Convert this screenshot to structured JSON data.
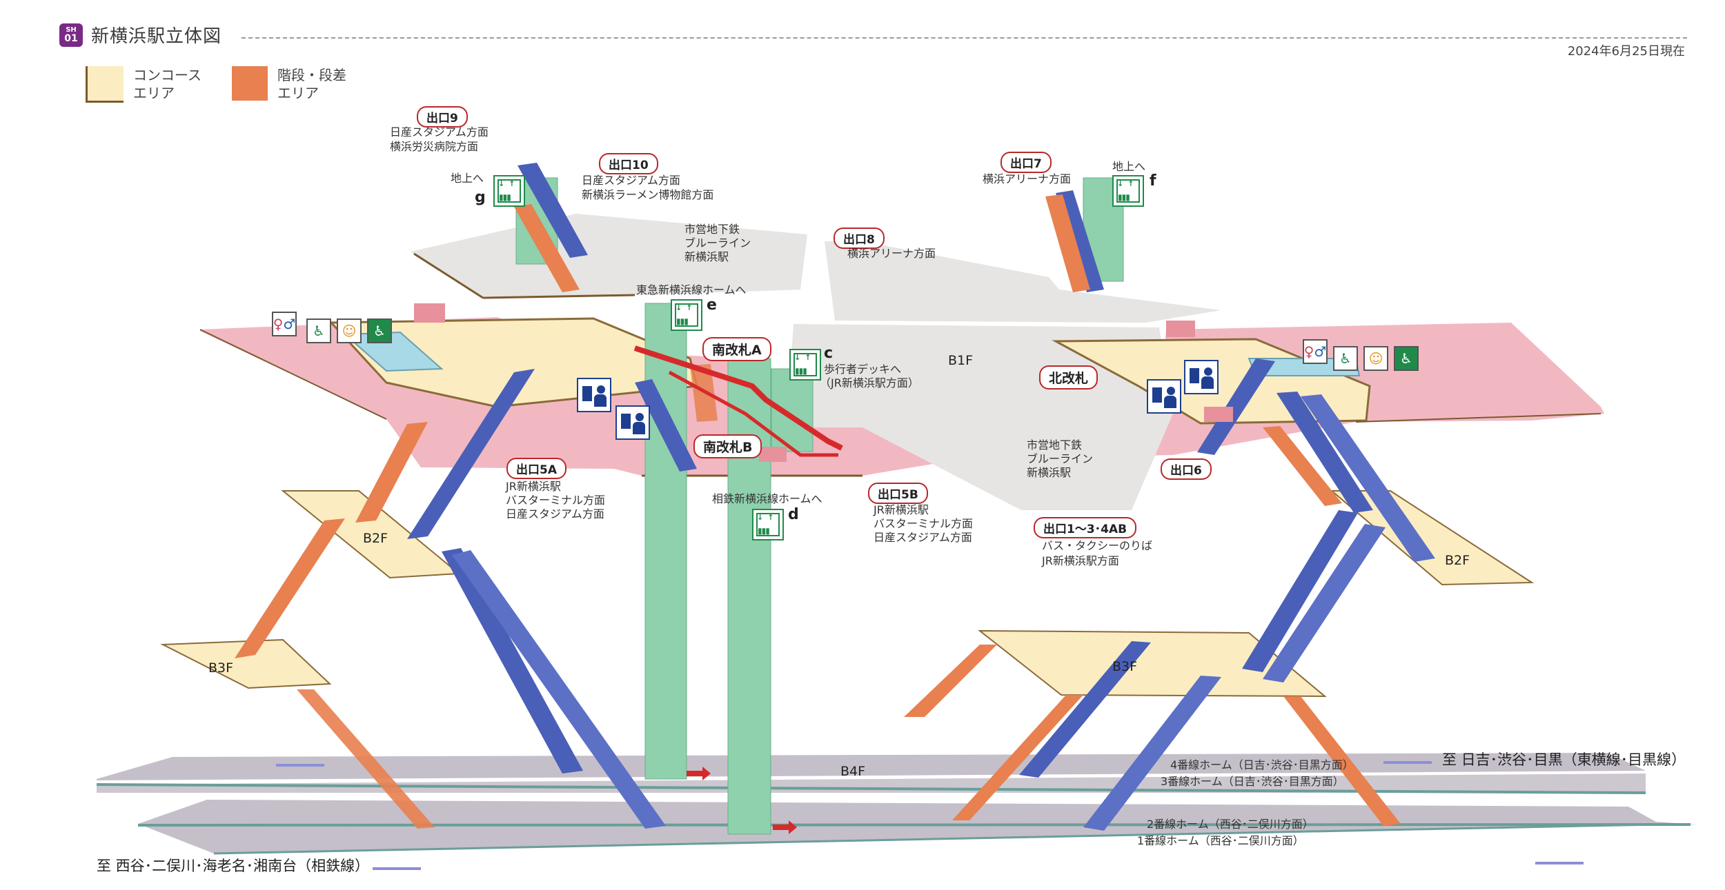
{
  "header": {
    "line_badge_top": "SH",
    "line_badge_num": "01",
    "title": "新横浜駅立体図",
    "date": "2024年6月25日現在"
  },
  "legend": [
    {
      "label": "コンコース\nエリア",
      "color": "#fbedc1"
    },
    {
      "label": "階段・段差\nエリア",
      "color": "#e8804f"
    }
  ],
  "colors": {
    "concourse": "#fbedc1",
    "concourse_edge": "#7a5a2e",
    "b1_floor": "#f2b8c2",
    "gray_floor": "#e6e5e3",
    "stairs": "#e8804f",
    "escalator": "#4a5fb8",
    "elevator_shaft": "#8fd0ad",
    "platform": "#c9c4cc",
    "exit_border": "#b8282a",
    "route": "#d62a2a"
  },
  "exits": {
    "exit9": {
      "name": "出口9",
      "desc": [
        "日産スタジアム方面",
        "横浜労災病院方面"
      ]
    },
    "exit10": {
      "name": "出口10",
      "desc": [
        "日産スタジアム方面",
        "新横浜ラーメン博物館方面"
      ]
    },
    "exit7": {
      "name": "出口7",
      "desc": [
        "横浜アリーナ方面"
      ]
    },
    "exit8": {
      "name": "出口8",
      "desc": [
        "横浜アリーナ方面"
      ]
    },
    "exit5a": {
      "name": "出口5A",
      "desc": [
        "JR新横浜駅",
        "バスターミナル方面",
        "日産スタジアム方面"
      ]
    },
    "exit5b": {
      "name": "出口5B",
      "desc": [
        "JR新横浜駅",
        "バスターミナル方面",
        "日産スタジアム方面"
      ]
    },
    "exit6": {
      "name": "出口6",
      "desc": []
    },
    "exit1": {
      "name": "出口1～3･4AB",
      "desc": [
        "バス・タクシーのりば",
        "JR新横浜駅方面"
      ]
    }
  },
  "gates": {
    "south_a": "南改札A",
    "south_b": "南改札B",
    "north": "北改札"
  },
  "labels": {
    "subway_top": [
      "市営地下鉄",
      "ブルーライン",
      "新横浜駅"
    ],
    "subway_mid": [
      "市営地下鉄",
      "ブルーライン",
      "新横浜駅"
    ],
    "to_ground_left": "地上へ",
    "to_ground_right": "地上へ",
    "tokyu_platform": "東急新横浜線ホームへ",
    "deck": [
      "歩行者デッキへ",
      "（JR新横浜駅方面）"
    ],
    "sotetsu_platform": "相鉄新横浜線ホームへ"
  },
  "elevators": {
    "g": "g",
    "f": "f",
    "e": "e",
    "c": "c",
    "d": "d"
  },
  "floors": {
    "b1f": "B1F",
    "b2f_left": "B2F",
    "b2f_right": "B2F",
    "b3f_left": "B3F",
    "b3f_right": "B3F",
    "b4f": "B4F"
  },
  "platforms": [
    "4番線ホーム（日吉･渋谷･目黒方面）",
    "3番線ホーム（日吉･渋谷･目黒方面）",
    "2番線ホーム（西谷･二俣川方面）",
    "1番線ホーム（西谷･二俣川方面）"
  ],
  "destinations": {
    "right": "至 日吉･渋谷･目黒（東横線･目黒線）",
    "left": "至 西谷･二俣川･海老名･湘南台（相鉄線）"
  },
  "facility_icons": [
    "restroom-icon",
    "wheelchair-icon",
    "baby-icon",
    "multipurpose-toilet-icon"
  ]
}
